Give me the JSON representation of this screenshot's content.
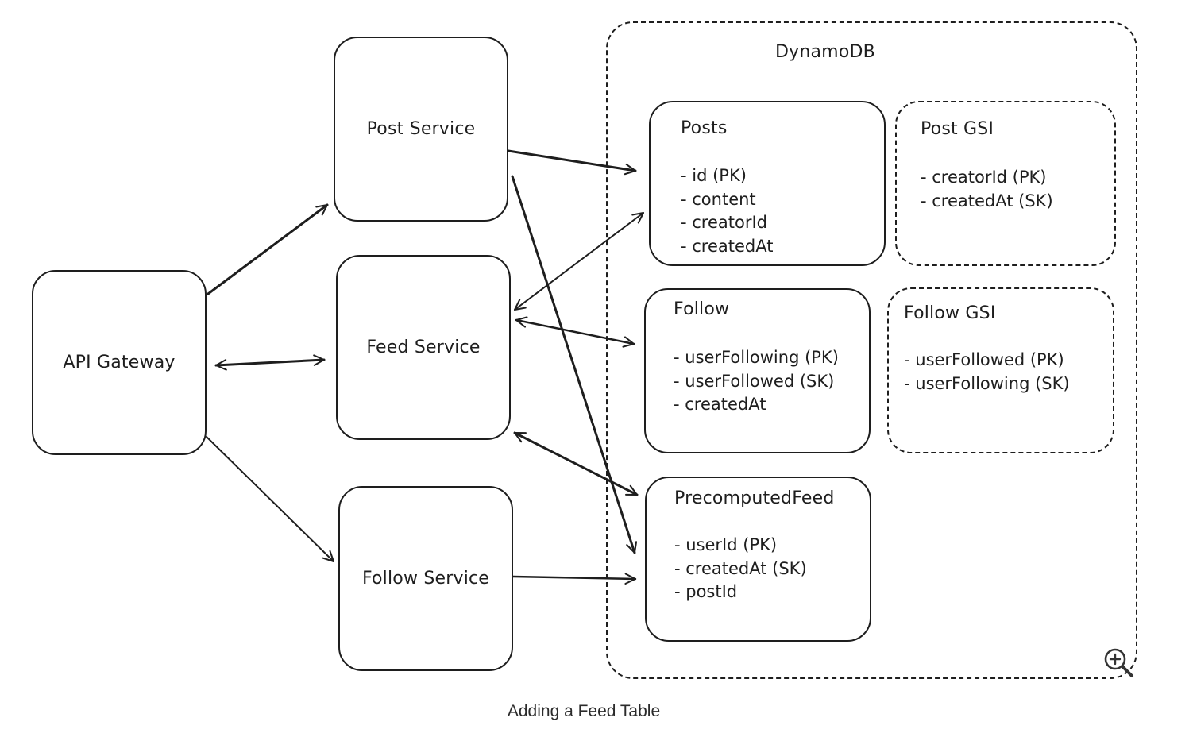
{
  "services": {
    "api_gateway": "API Gateway",
    "post_service": "Post Service",
    "feed_service": "Feed Service",
    "follow_service": "Follow Service"
  },
  "dynamodb": {
    "label": "DynamoDB",
    "tables": {
      "posts": {
        "title": "Posts",
        "fields": [
          "- id (PK)",
          "- content",
          "- creatorId",
          "- createdAt"
        ]
      },
      "post_gsi": {
        "title": "Post GSI",
        "fields": [
          "- creatorId (PK)",
          "- createdAt (SK)"
        ]
      },
      "follow": {
        "title": "Follow",
        "fields": [
          "- userFollowing (PK)",
          "- userFollowed (SK)",
          "- createdAt"
        ]
      },
      "follow_gsi": {
        "title": "Follow GSI",
        "fields": [
          "- userFollowed (PK)",
          "- userFollowing (SK)"
        ]
      },
      "precomputed_feed": {
        "title": "PrecomputedFeed",
        "fields": [
          "- userId (PK)",
          "- createdAt (SK)",
          "- postId"
        ]
      }
    }
  },
  "caption": "Adding a Feed Table",
  "zoom_icon": "zoom-in-icon",
  "colors": {
    "stroke": "#1e1e1e",
    "caption": "#2b2b2b",
    "background": "#ffffff"
  }
}
